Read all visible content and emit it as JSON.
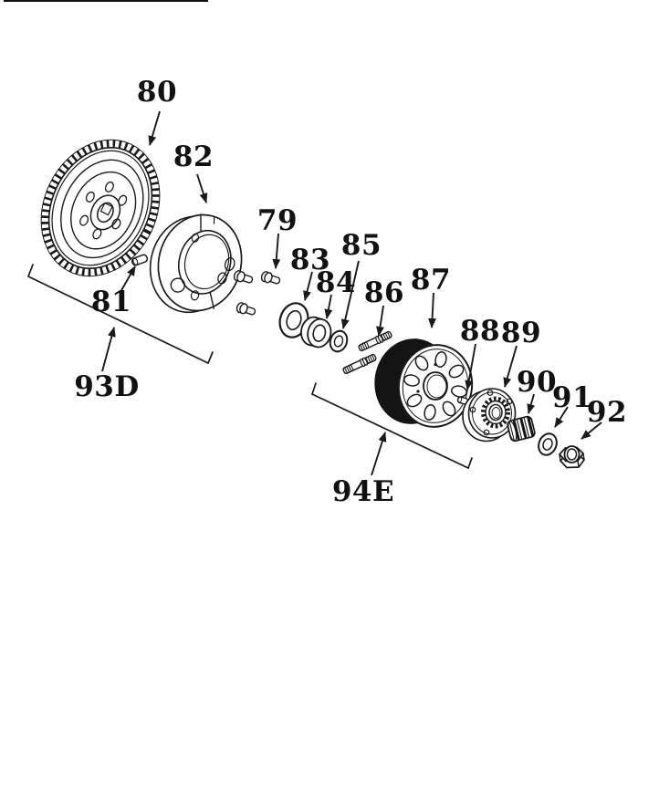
{
  "diagram": {
    "kind": "exploded-parts-diagram",
    "colors": {
      "ink": "#1a1a1a",
      "paper": "#ffffff",
      "drum_band": "#141414"
    },
    "callouts": {
      "c79": {
        "label": "79",
        "shape": "shoulder-bolt-icon"
      },
      "c80": {
        "label": "80",
        "shape": "ring-gear-icon"
      },
      "c81": {
        "label": "81",
        "shape": "dowel-pin-icon"
      },
      "c82": {
        "label": "82",
        "shape": "clutch-shoe-ring-icon"
      },
      "c83": {
        "label": "83",
        "shape": "flat-washer-icon"
      },
      "c84": {
        "label": "84",
        "shape": "spacer-collar-icon"
      },
      "c85": {
        "label": "85",
        "shape": "small-washer-icon"
      },
      "c86": {
        "label": "86",
        "shape": "double-end-stud-icon"
      },
      "c87": {
        "label": "87",
        "shape": "clutch-drum-icon"
      },
      "c88": {
        "label": "88",
        "shape": "small-pin-icon"
      },
      "c89": {
        "label": "89",
        "shape": "sprocket-hub-icon"
      },
      "c90": {
        "label": "90",
        "shape": "needle-bearing-icon"
      },
      "c91": {
        "label": "91",
        "shape": "lock-washer-icon"
      },
      "c92": {
        "label": "92",
        "shape": "hex-nut-icon"
      }
    },
    "group_labels": {
      "g93": {
        "label": "93D",
        "shape": "assembly-bracket"
      },
      "g94": {
        "label": "94E",
        "shape": "assembly-bracket"
      }
    }
  }
}
